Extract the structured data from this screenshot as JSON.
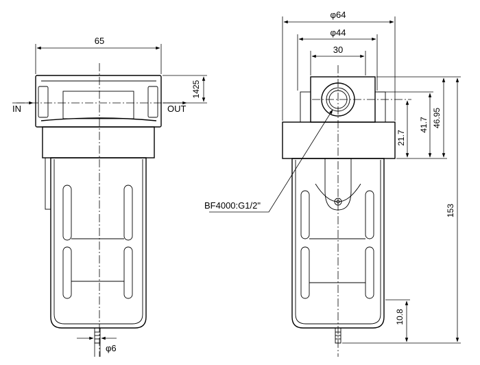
{
  "left_view": {
    "width_label": "65",
    "bracket_label": "1425",
    "inlet_label": "IN",
    "outlet_label": "OUT",
    "drain_label": "φ6"
  },
  "right_view": {
    "dia_outer_label": "φ64",
    "dia_mid_label": "φ44",
    "width_label": "30",
    "height_21_7": "21.7",
    "height_41_7": "41.7",
    "height_46_95": "46.95",
    "total_height_label": "153",
    "bottom_label": "10.8",
    "port_label": "BF4000:G1/2\""
  }
}
